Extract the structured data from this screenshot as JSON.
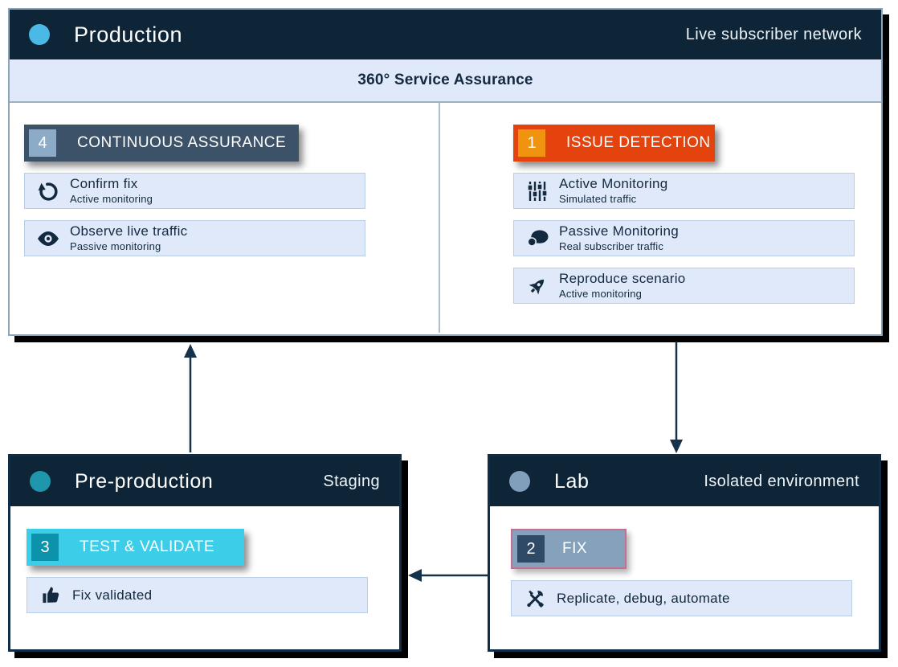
{
  "colors": {
    "header_navy": "#0e2537",
    "band_blue": "#dfe9fa",
    "card_blue": "#dfe9fa",
    "text_navy": "#13293f",
    "continuous_assurance": "#3c5269",
    "issue_detection": "#e4430e",
    "test_validate": "#3ccde8",
    "fix_gray": "#85a1bc",
    "fix_border_pink": "#c76d92",
    "production_dot": "#4ab9e6",
    "preproduction_dot": "#1f96ab",
    "lab_dot": "#819eba",
    "arrow": "#14324c"
  },
  "production": {
    "title": "Production",
    "subtitle": "Live subscriber network",
    "band": "360° Service Assurance",
    "columns": [
      {
        "step": {
          "number": "4",
          "label": "CONTINUOUS ASSURANCE"
        },
        "items": [
          {
            "icon": "refresh-ccw-icon",
            "title": "Confirm fix",
            "subtitle": "Active monitoring"
          },
          {
            "icon": "eye-icon",
            "title": "Observe live traffic",
            "subtitle": "Passive monitoring"
          }
        ]
      },
      {
        "step": {
          "number": "1",
          "label": "ISSUE DETECTION"
        },
        "items": [
          {
            "icon": "sliders-icon",
            "title": "Active Monitoring",
            "subtitle": "Simulated traffic"
          },
          {
            "icon": "chat-bubbles-icon",
            "title": "Passive Monitoring",
            "subtitle": "Real subscriber traffic"
          },
          {
            "icon": "rocket-icon",
            "title": "Reproduce scenario",
            "subtitle": "Active monitoring"
          }
        ]
      }
    ]
  },
  "preproduction": {
    "title": "Pre-production",
    "subtitle": "Staging",
    "step": {
      "number": "3",
      "label": "TEST & VALIDATE"
    },
    "items": [
      {
        "icon": "thumbs-up-icon",
        "title": "Fix validated"
      }
    ]
  },
  "lab": {
    "title": "Lab",
    "subtitle": "Isolated environment",
    "step": {
      "number": "2",
      "label": "FIX"
    },
    "items": [
      {
        "icon": "tools-icon",
        "title": "Replicate, debug, automate"
      }
    ]
  }
}
